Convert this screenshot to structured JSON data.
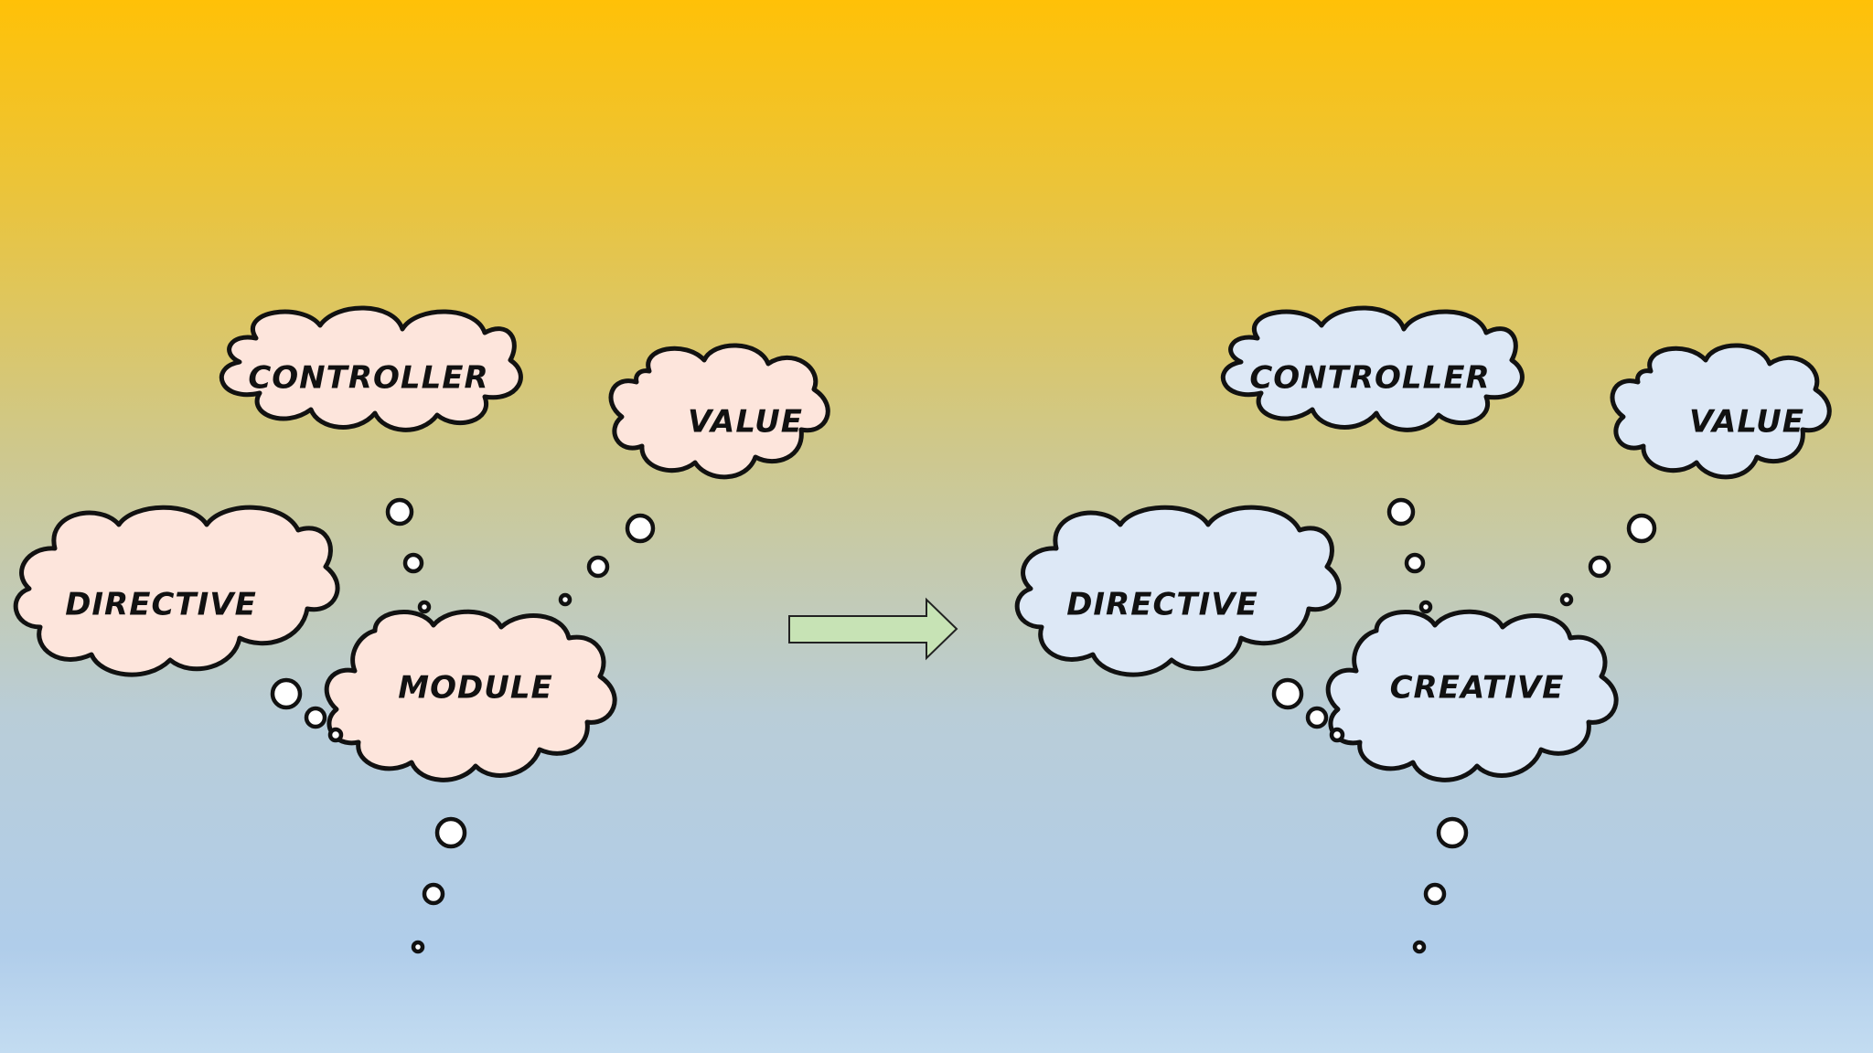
{
  "colors": {
    "left_cloud_fill": "#fde5dc",
    "right_cloud_fill": "#dde8f6",
    "arrow_fill": "#c7e3b5",
    "outline": "#111111"
  },
  "left_diagram": {
    "controller": "CONTROLLER",
    "value": "VALUE",
    "directive": "DIRECTIVE",
    "center": "MODULE"
  },
  "right_diagram": {
    "controller": "CONTROLLER",
    "value": "VALUE",
    "directive": "DIRECTIVE",
    "center": "CREATIVE"
  },
  "arrow": {
    "direction": "right"
  }
}
